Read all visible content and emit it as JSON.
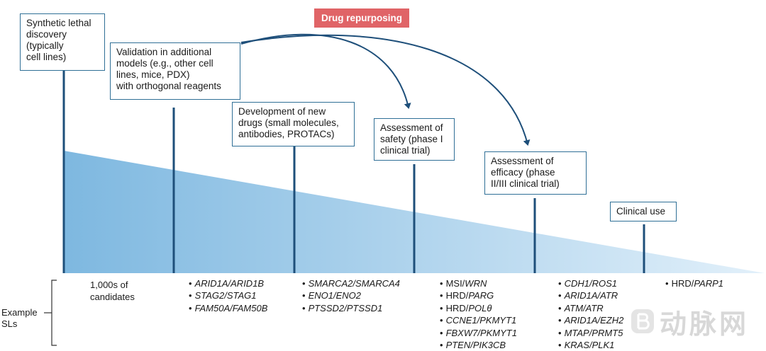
{
  "badge": {
    "label": "Drug repurposing",
    "color": "#e06467"
  },
  "colors": {
    "box_border": "#2f6f96",
    "stem": "#1e4f7a",
    "wedge_dark": "#7eb8e0",
    "wedge_light": "#d8ecf8"
  },
  "stages": [
    {
      "label": "Synthetic lethal\ndiscovery\n(typically\ncell lines)"
    },
    {
      "label": "Validation in additional\nmodels (e.g., other cell\nlines, mice, PDX)\nwith orthogonal reagents"
    },
    {
      "label": "Development of new\ndrugs (small molecules,\nantibodies, PROTACs)"
    },
    {
      "label": "Assessment of\nsafety (phase I\nclinical trial)"
    },
    {
      "label": "Assessment of\nefficacy (phase\nII/III clinical trial)"
    },
    {
      "label": "Clinical use"
    }
  ],
  "examples": {
    "row_label": "Example\nSLs",
    "candidates": "1,000s of\ncandidates",
    "columns": [
      [
        {
          "prefix": "",
          "gene": "ARID1A/ARID1B"
        },
        {
          "prefix": "",
          "gene": "STAG2/STAG1"
        },
        {
          "prefix": "",
          "gene": "FAM50A/FAM50B"
        }
      ],
      [
        {
          "prefix": "",
          "gene": "SMARCA2/SMARCA4"
        },
        {
          "prefix": "",
          "gene": "ENO1/ENO2"
        },
        {
          "prefix": "",
          "gene": "PTSSD2/PTSSD1"
        }
      ],
      [
        {
          "prefix": "MSI/",
          "gene": "WRN"
        },
        {
          "prefix": "HRD/",
          "gene": "PARG"
        },
        {
          "prefix": "HRD/",
          "gene": "POLθ"
        },
        {
          "prefix": "",
          "gene": "CCNE1/PKMYT1"
        },
        {
          "prefix": "",
          "gene": "FBXW7/PKMYT1"
        },
        {
          "prefix": "",
          "gene": "PTEN/PIK3CB"
        }
      ],
      [
        {
          "prefix": "",
          "gene": "CDH1/ROS1"
        },
        {
          "prefix": "",
          "gene": "ARID1A/ATR"
        },
        {
          "prefix": "",
          "gene": "ATM/ATR"
        },
        {
          "prefix": "",
          "gene": "ARID1A/EZH2"
        },
        {
          "prefix": "",
          "gene": "MTAP/PRMT5"
        },
        {
          "prefix": "",
          "gene": "KRAS/PLK1"
        }
      ],
      [
        {
          "prefix": "HRD/",
          "gene": "PARP1"
        }
      ]
    ]
  },
  "watermark": {
    "text": "动脉网",
    "icon": "b-logo-icon"
  }
}
